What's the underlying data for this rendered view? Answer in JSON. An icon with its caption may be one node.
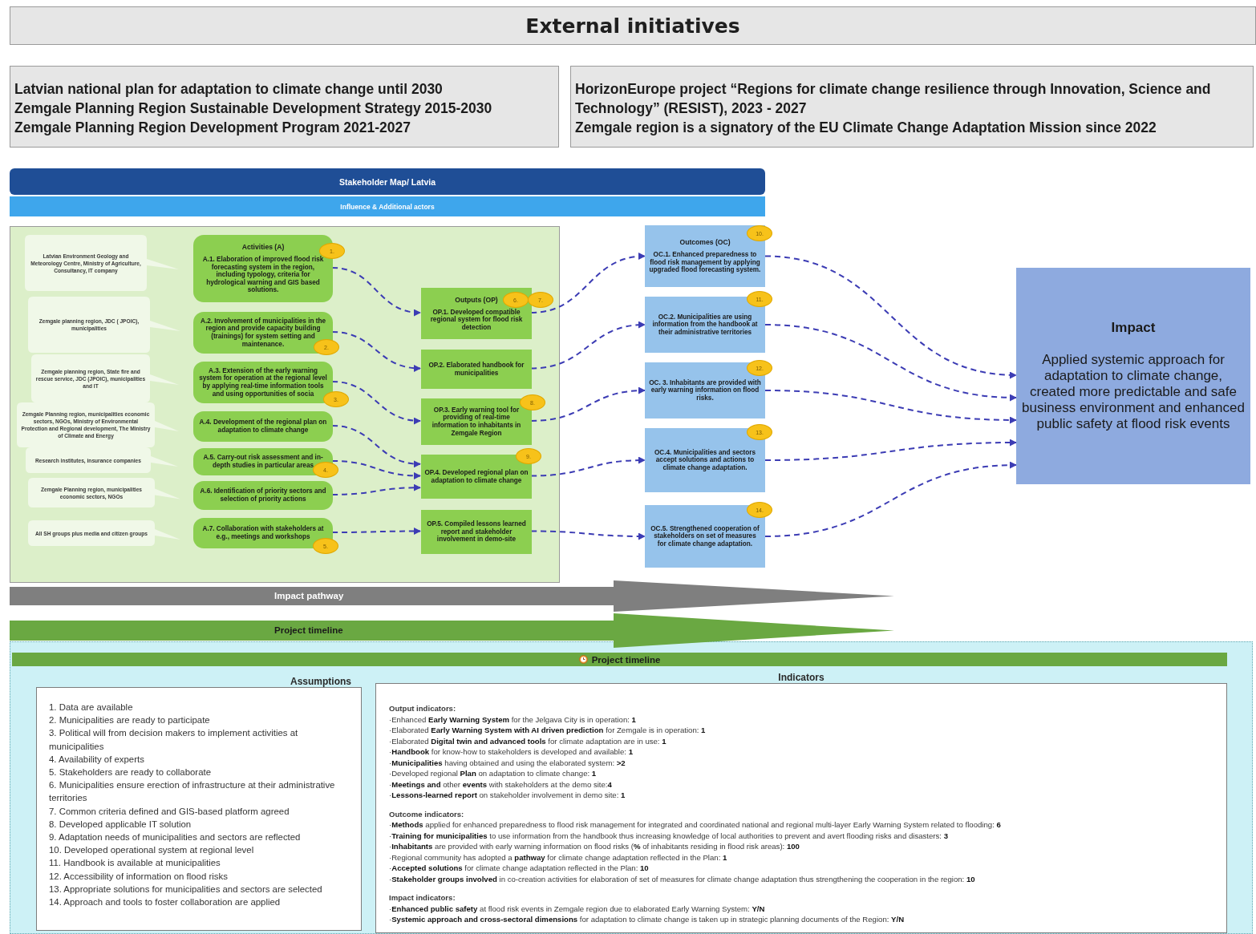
{
  "diagram": {
    "nodes": [
      {
        "text": [
          "External initiatives"
        ]
      },
      {
        "text": [
          "Latvian national plan for adaptation to climate change until 2030",
          "Zemgale Planning Region Sustainable Development Strategy 2015-2030",
          "Zemgale Planning Region Development Program 2021-2027"
        ]
      },
      {
        "text": [
          "HorizonEurope project “Regions for climate change resilience through Innovation, Science and Technology” (RESIST), 2023 - 2027",
          "Zemgale region is a signatory of the EU Climate Change Adaptation Mission since 2022"
        ]
      },
      {
        "text": [
          "Stakeholder Map/ Latvia"
        ]
      },
      {
        "text": [
          "Influence & Additional actors"
        ]
      },
      {
        "text": [],
        "shape": "box"
      },
      {
        "text": [
          "Latvian Environment Geology and Meteorology Centre, Ministry of Agriculture, Consultancy, IT company"
        ],
        "in": 5
      },
      {
        "text": [
          "Zemgale planning region, JDC ( JPOIC), municipalities"
        ],
        "in": 5
      },
      {
        "text": [
          "Zemgale planning region, State fire and rescue service, JDC (JPOIC), municipalities and IT"
        ],
        "in": 5
      },
      {
        "text": [
          "Zemgale Planning region, municipalities economic sectors, NGOs, Ministry of Environmental Protection and Regional development, The Ministry of Climate and Energy"
        ],
        "in": 5
      },
      {
        "text": [
          "Research institutes, insurance companies"
        ],
        "in": 5
      },
      {
        "text": [
          "Zemgale Planning region, municipalities economic sectors, NGOs"
        ],
        "in": 5
      },
      {
        "text": [
          "All SH groups plus media and citizen groups"
        ],
        "in": 5
      },
      {
        "text": [
          "Activities (A)",
          "A.1. Elaboration of improved flood risk forecasting system in the region, including typology, criteria for hydrological warning and GIS based solutions."
        ],
        "in": 5
      },
      {
        "text": [
          "A.2. Involvement of municipalities in the region and provide capacity building (trainings) for system setting and maintenance."
        ],
        "in": 5
      },
      {
        "text": [
          "A.3. Extension of the early warning system for operation at the regional level by applying real-time information tools and using opportunities of socia"
        ],
        "in": 5
      },
      {
        "text": [
          "A.4. Development of the regional plan on adaptation to climate change"
        ],
        "in": 5
      },
      {
        "text": [
          "A.5. Carry-out risk assessment and in-depth studies in particular areas"
        ],
        "in": 5
      },
      {
        "text": [
          "A.6. Identification of priority sectors and selection of priority actions"
        ],
        "in": 5
      },
      {
        "text": [
          "A.7. Collaboration with stakeholders at e.g., meetings and workshops"
        ],
        "in": 5
      },
      {
        "text": [
          "Outputs (OP)",
          "OP.1. Developed compatible regional system for flood risk detection"
        ],
        "in": 5
      },
      {
        "text": [
          "OP.2. Elaborated handbook for municipalities"
        ],
        "in": 5
      },
      {
        "text": [
          "OP.3. Early warning tool for providing of real-time information to inhabitants in Zemgale Region"
        ],
        "in": 5
      },
      {
        "text": [
          "OP.4. Developed regional plan on adaptation to climate change"
        ],
        "in": 5
      },
      {
        "text": [
          "OP.5. Compiled lessons learned report and stakeholder involvement in demo-site"
        ],
        "in": 5
      },
      {
        "text": [
          "Outcomes (OC)",
          "OC.1. Enhanced preparedness to flood risk management by applying upgraded flood forecasting system."
        ]
      },
      {
        "text": [
          "OC.2. Municipalities are using information from the handbook at their administrative territories"
        ]
      },
      {
        "text": [
          "OC. 3. Inhabitants are provided with early warning information on flood risks."
        ]
      },
      {
        "text": [
          "OC.4.  Municipalities and sectors accept solutions and actions to climate change adaptation."
        ]
      },
      {
        "text": [
          "OC.5. Strengthened cooperation of stakeholders on set of measures for climate change adaptation."
        ]
      },
      {
        "text": [
          "Impact",
          "Applied systemic approach for adaptation to climate change, created more predictable and safe business environment and enhanced public safety at flood risk events"
        ]
      },
      {
        "text": [
          "1."
        ],
        "in": 5
      },
      {
        "text": [
          "2."
        ],
        "in": 5
      },
      {
        "text": [
          "3."
        ],
        "in": 5
      },
      {
        "text": [
          "4."
        ],
        "in": 5
      },
      {
        "text": [
          "5."
        ],
        "in": 5
      },
      {
        "text": [
          "6."
        ],
        "in": 20
      },
      {
        "text": [
          "7."
        ],
        "in": 5
      },
      {
        "text": [
          "8."
        ],
        "in": 5
      },
      {
        "text": [
          "9."
        ],
        "in": 5
      },
      {
        "text": [
          "10."
        ]
      },
      {
        "text": [
          "11."
        ]
      },
      {
        "text": [
          "12."
        ]
      },
      {
        "text": [
          "13."
        ]
      },
      {
        "text": [
          "14."
        ]
      },
      {
        "text": [
          "Impact pathway"
        ]
      },
      {
        "text": [
          "Project timeline"
        ]
      },
      {
        "text": [],
        "shape": "box"
      },
      {
        "text": [
          "Project timeline"
        ],
        "in": 47
      },
      {
        "text": [
          "Assumptions",
          "1. Data are available",
          "2. Municipalities are ready to participate",
          "3. Political will from decision makers to implement activities at municipalities",
          "4. Availability of experts",
          "5. Stakeholders are ready to collaborate",
          "6. Municipalities ensure erection of infrastructure at their administrative territories",
          "7. Common criteria defined and GIS-based platform agreed",
          "8. Developed applicable IT solution",
          "9. Adaptation needs of municipalities and sectors are reflected",
          "10. Developed operational system at regional level",
          "11. Handbook is available at municipalities",
          "12. Accessibility of information on flood risks",
          "13. Appropriate solutions for municipalities and sectors are selected",
          "14. Approach and tools to foster collaboration are applied"
        ],
        "in": 47
      },
      {
        "text": [
          "Indicators",
          "Output indicators:",
          "·Enhanced **Early Warning System** for the Jelgava City is in operation: **1**",
          "·Elaborated **Early Warning System with AI driven prediction** for Zemgale is in operation: **1**",
          "·Elaborated **Digital twin and advanced tools** for climate adaptation are in use: **1**",
          "·**Handbook** for know-how to stakeholders is developed and available: **1**",
          "·**Municipalities** having obtained and using the elaborated system: **>2**",
          "·Developed regional **Plan** on adaptation to climate change: **1**",
          "·**Meetings and** other **events** with stakeholders at the demo site:**4**",
          "·**Lessons-learned report** on stakeholder involvement in demo site: **1**",
          "Outcome indicators:",
          "·**Methods** applied for enhanced preparedness to flood risk management for integrated and coordinated national and regional multi-layer Early Warning System related to flooding: **6**",
          "·**Training for municipalities** to use information from the handbook thus increasing knowledge of local authorities to prevent and avert flooding risks and disasters: **3**",
          "·**Inhabitants** are provided with early warning information on flood risks (**%** of inhabitants residing in flood risk areas): **100**",
          "·Regional community has adopted a **pathway** for climate change adaptation reflected in the Plan: **1**",
          "·**Accepted solutions** for climate change adaptation reflected in the Plan: **10**",
          "·**Stakeholder groups involved** in co-creation activities for elaboration of set of measures for climate change adaptation thus strengthening the cooperation in the region: **10**",
          "Impact indicators:",
          "·**Enhanced public safety** at flood risk events in Zemgale region due to elaborated Early Warning System: **Y/N**",
          "·**Systemic approach and cross-sectoral dimensions** for adaptation to climate change is taken up in strategic planning documents of the Region: **Y/N**"
        ],
        "in": 47
      }
    ],
    "edges": [
      {
        "from": 13,
        "to": 20,
        "arrow": "to",
        "style": "dashed"
      },
      {
        "from": 14,
        "to": 21,
        "arrow": "to",
        "style": "dashed"
      },
      {
        "from": 15,
        "to": 22,
        "arrow": "to",
        "style": "dashed"
      },
      {
        "from": 16,
        "to": 23,
        "arrow": "to",
        "style": "dashed"
      },
      {
        "from": 17,
        "to": 23,
        "arrow": "to",
        "style": "dashed"
      },
      {
        "from": 18,
        "to": 23,
        "arrow": "to",
        "style": "dashed"
      },
      {
        "from": 19,
        "to": 24,
        "arrow": "to",
        "style": "dashed"
      },
      {
        "from": 20,
        "to": 25,
        "arrow": "to",
        "style": "dashed"
      },
      {
        "from": 21,
        "to": 26,
        "arrow": "to",
        "style": "dashed"
      },
      {
        "from": 22,
        "to": 27,
        "arrow": "to",
        "style": "dashed"
      },
      {
        "from": 23,
        "to": 28,
        "arrow": "to",
        "style": "dashed"
      },
      {
        "from": 24,
        "to": 29,
        "arrow": "to",
        "style": "dashed"
      },
      {
        "from": 25,
        "to": 30,
        "arrow": "to",
        "style": "dashed"
      },
      {
        "from": 26,
        "to": 30,
        "arrow": "to",
        "style": "dashed"
      },
      {
        "from": 27,
        "to": 30,
        "arrow": "to",
        "style": "dashed"
      },
      {
        "from": 28,
        "to": 30,
        "arrow": "to",
        "style": "dashed"
      },
      {
        "from": 29,
        "to": 30,
        "arrow": "to",
        "style": "dashed"
      }
    ]
  }
}
